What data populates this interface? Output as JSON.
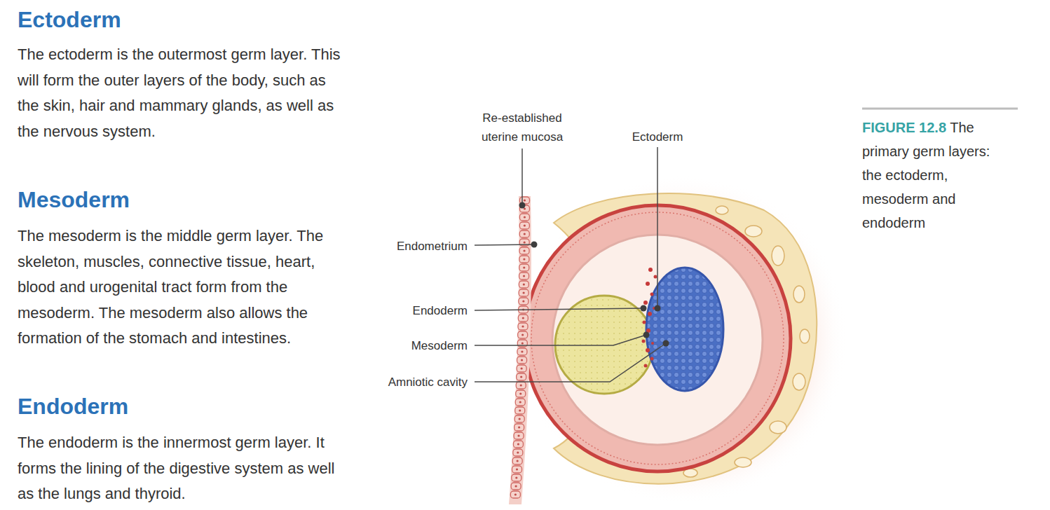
{
  "diagram": {
    "caption": "The primary germ layers: the ectoderm, mesoderm and endoderm",
    "labels": [
      "Ectoderm",
      "The ectoderm is the outermost germ layer. This will form the outer layers of the body, such as the skin, hair and mammary glands, as well as the nervous system.",
      "Mesoderm",
      "The mesoderm is the middle germ layer. The skeleton, muscles, connective tissue, heart, blood and urogenital tract form from the mesoderm. The mesoderm also allows the formation of the stomach and intestines.",
      "Endoderm",
      "The endoderm is the innermost germ layer. It forms the lining of the digestive system as well as the lungs and thyroid.",
      "Re-established uterine mucosa",
      "Ectoderm",
      "Endometrium",
      "Endoderm",
      "Mesoderm",
      "Amniotic cavity",
      "FIGURE 12.8"
    ]
  }
}
